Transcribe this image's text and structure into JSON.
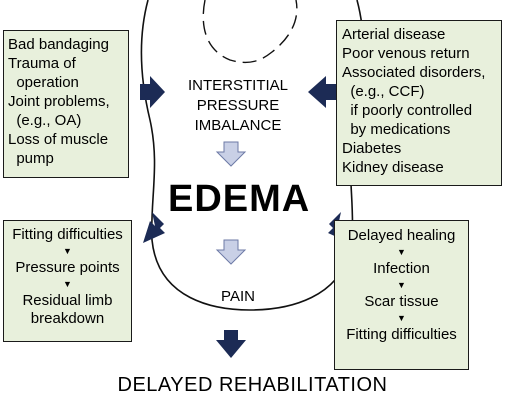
{
  "center": {
    "top_label_lines": [
      "INTERSTITIAL",
      "PRESSURE",
      "IMBALANCE"
    ],
    "main_label": "EDEMA",
    "pain_label": "PAIN",
    "bottom_label": "DELAYED REHABILITATION"
  },
  "left_top_box": {
    "lines": [
      "Bad bandaging",
      "Trauma of",
      "  operation",
      "Joint problems,",
      "  (e.g., OA)",
      "Loss of muscle",
      "  pump"
    ]
  },
  "right_top_box": {
    "lines": [
      "Arterial disease",
      "Poor venous return",
      "Associated disorders,",
      "  (e.g., CCF)",
      "  if poorly controlled",
      "  by medications",
      "Diabetes",
      "Kidney disease"
    ]
  },
  "left_bottom_box": {
    "items": [
      "Fitting difficulties",
      "Pressure points",
      "Residual limb breakdown"
    ]
  },
  "right_bottom_box": {
    "items": [
      "Delayed healing",
      "Infection",
      "Scar tissue",
      "Fitting difficulties"
    ]
  },
  "colors": {
    "box_fill": "#e8f0dc",
    "arrow_dark": "#1c2b55",
    "arrow_light": "#c9d0e6",
    "outline": "#111111"
  },
  "icons": {
    "flow_arrow": "down-arrow-icon",
    "block_arrow": "block-arrow-icon"
  }
}
